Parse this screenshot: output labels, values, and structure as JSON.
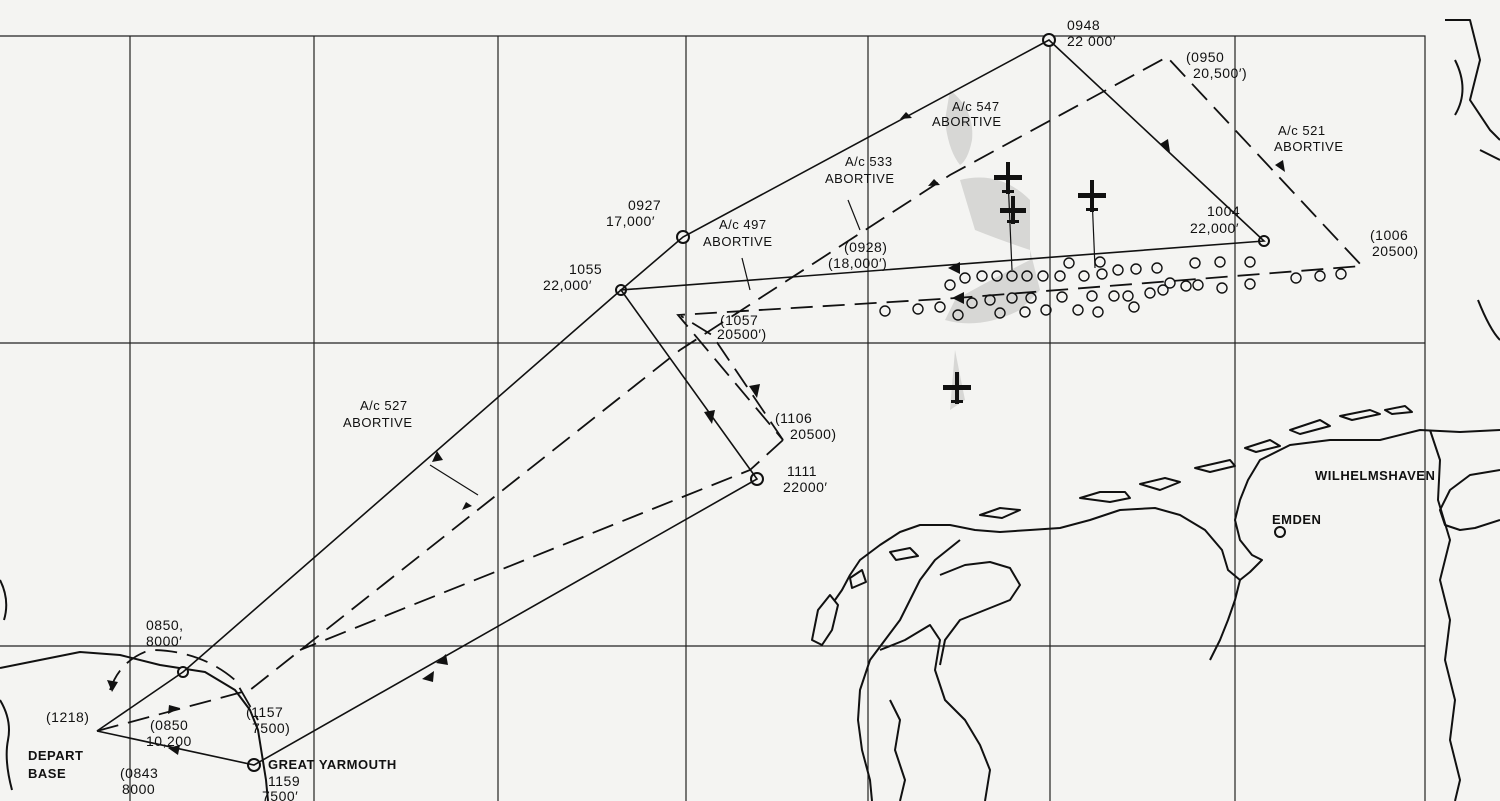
{
  "map": {
    "places": {
      "depart_base": [
        "DEPART",
        "BASE"
      ],
      "great_yarmouth": "GREAT YARMOUTH",
      "wilhelmshaven": "WILHELMSHAVEN",
      "emden": "EMDEN"
    },
    "waypoints": {
      "wp_0850": [
        "0850,",
        "8000′"
      ],
      "wp_0927": [
        "0927",
        "17,000′"
      ],
      "wp_0948": [
        "0948",
        "22 000′"
      ],
      "wp_1004": [
        "1004",
        "22,000′"
      ],
      "wp_1055": [
        "1055",
        "22,000′"
      ],
      "wp_1111": [
        "1111",
        "22000′"
      ],
      "wp_1159": [
        "1159",
        "7500′"
      ],
      "wp_0950": [
        "(0950",
        "20,500′)"
      ],
      "wp_1006": [
        "(1006",
        "20500)"
      ],
      "wp_0928": [
        "(0928)",
        "(18,000′)"
      ],
      "wp_1057": [
        "(1057",
        "20500′)"
      ],
      "wp_1106": [
        "(1106",
        "20500)"
      ],
      "wp_1157": [
        "(1157",
        "7500)"
      ],
      "wp_0850b": [
        "(0850",
        "10,200"
      ],
      "wp_0843": [
        "(0843",
        "8000"
      ],
      "wp_1218": "(1218)"
    },
    "abortives": {
      "ac_547": [
        "A/c 547",
        "ABORTIVE"
      ],
      "ac_521": [
        "A/c 521",
        "ABORTIVE"
      ],
      "ac_533": [
        "A/c 533",
        "ABORTIVE"
      ],
      "ac_497": [
        "A/c 497",
        "ABORTIVE"
      ],
      "ac_527": [
        "A/c 527",
        "ABORTIVE"
      ]
    }
  }
}
